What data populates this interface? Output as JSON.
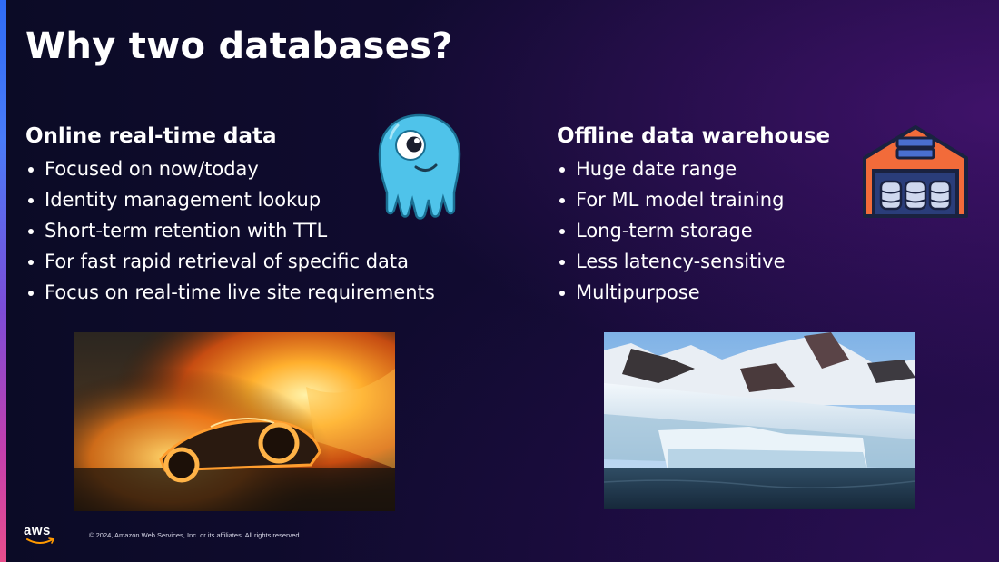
{
  "slide": {
    "title": "Why two databases?"
  },
  "left_column": {
    "title": "Online real-time data",
    "bullets": [
      "Focused on now/today",
      "Identity management lookup",
      "Short-term retention with TTL",
      "For fast rapid retrieval of specific data",
      "Focus on real-time live site requirements"
    ],
    "icon": "octopus-mascot-icon"
  },
  "right_column": {
    "title": "Offline data warehouse",
    "bullets": [
      "Huge date range",
      "For ML model training",
      "Long-term storage",
      "Less latency-sensitive",
      "Multipurpose"
    ],
    "icon": "warehouse-icon"
  },
  "images": {
    "left": "flaming-car-photo",
    "right": "glacier-photo"
  },
  "footer": {
    "logo": "aws",
    "copyright": "© 2024, Amazon Web Services, Inc. or its affiliates. All rights reserved."
  },
  "colors": {
    "background": "#120b32",
    "text": "#ffffff",
    "mascot": "#4fc3ea",
    "warehouse_roof": "#f26b3a",
    "warehouse_frame": "#1a2240",
    "warehouse_window": "#4a6fd1",
    "aws_smile": "#ff9900"
  }
}
